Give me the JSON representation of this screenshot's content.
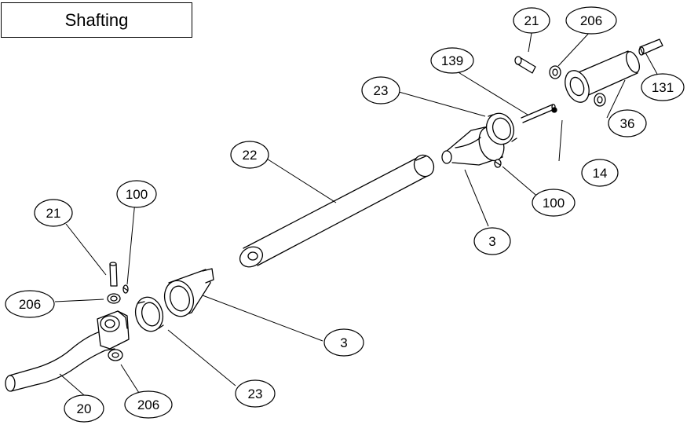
{
  "title": "Shafting",
  "callouts": {
    "c21_top": "21",
    "c206_top": "206",
    "c139": "139",
    "c131": "131",
    "c23_top": "23",
    "c36": "36",
    "c14": "14",
    "c22": "22",
    "c100_right": "100",
    "c3_top": "3",
    "c100_left": "100",
    "c21_left": "21",
    "c206_left": "206",
    "c3_bottom": "3",
    "c23_bottom": "23",
    "c20": "20",
    "c206_bottom": "206"
  }
}
